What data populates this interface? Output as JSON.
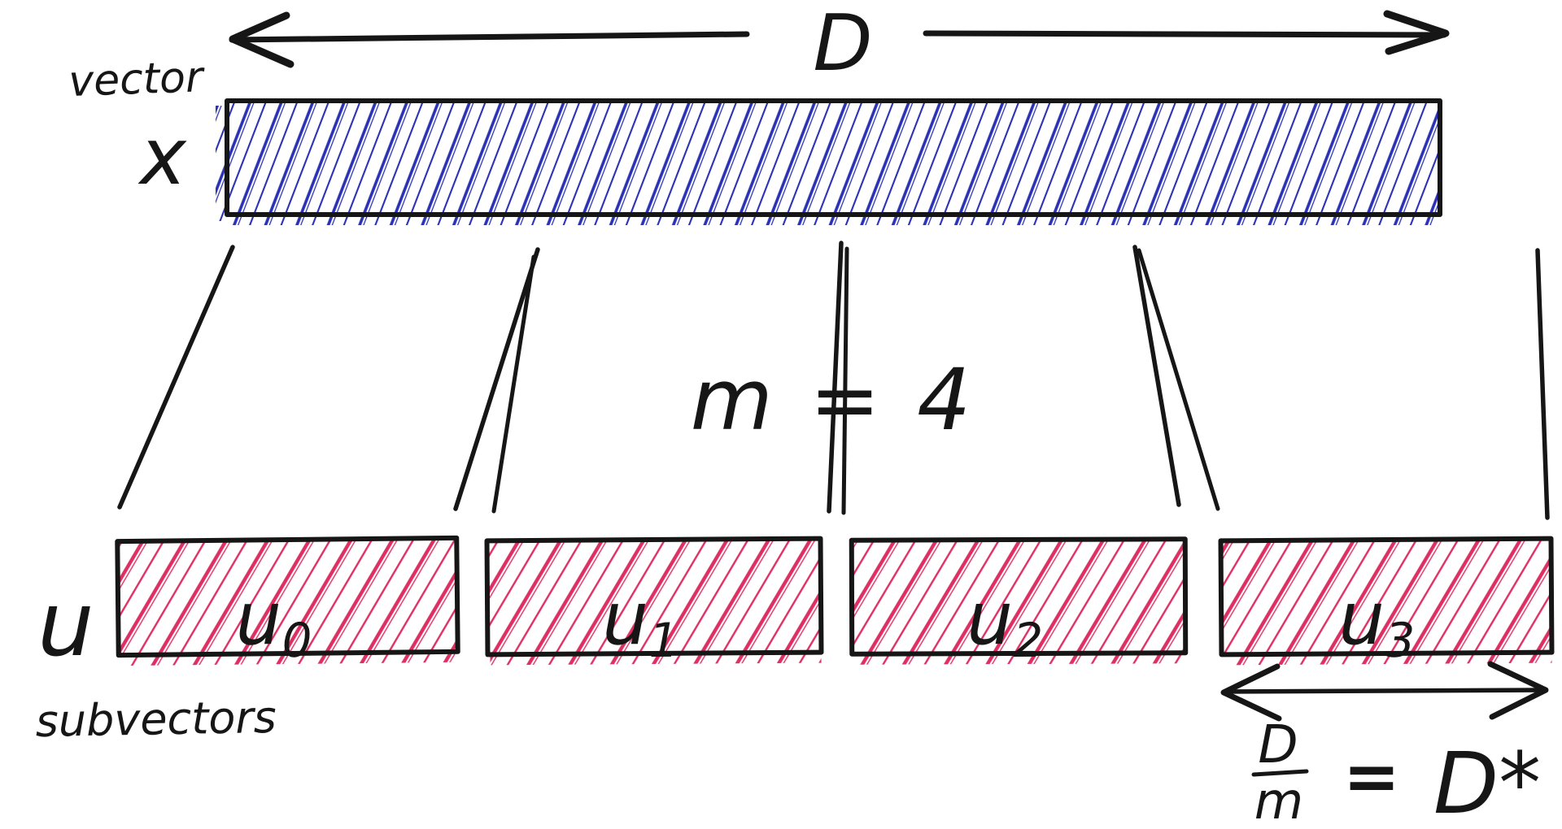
{
  "diagram": {
    "vector_label": "vector",
    "vector_symbol": "x",
    "dimension_label": "D",
    "split_count_equation": "m = 4",
    "subvector_symbol": "u",
    "subvectors_label": "subvectors",
    "subvector_boxes": [
      {
        "base": "u",
        "subscript": "0"
      },
      {
        "base": "u",
        "subscript": "1"
      },
      {
        "base": "u",
        "subscript": "2"
      },
      {
        "base": "u",
        "subscript": "3"
      }
    ],
    "subvector_dimension": {
      "numerator": "D",
      "denominator": "m",
      "equals_sign": "=",
      "result": "D*"
    }
  },
  "colors": {
    "vector_hatch": "#2a31b4",
    "subvector_hatch": "#dd2f63",
    "ink": "#161616",
    "background": "#ffffff"
  }
}
